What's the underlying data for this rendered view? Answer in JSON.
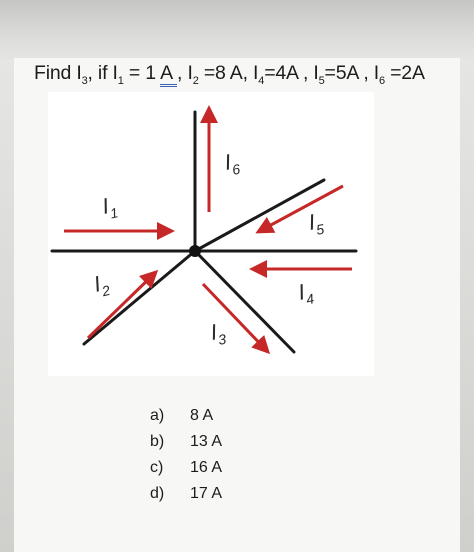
{
  "question": {
    "prefix": "Find I",
    "sub3": "3",
    "mid1": ", if I",
    "sub1": "1",
    "eq1": " = 1 ",
    "underlined": "A ",
    "mid2": ", I",
    "sub2": "2",
    "eq2": " =8 A, I",
    "sub4": "4",
    "eq4": "=4A , I",
    "sub5": "5",
    "eq5": "=5A , I",
    "sub6": "6",
    "eq6": " =2A"
  },
  "labels": {
    "i1": {
      "base": "I",
      "sub": "1"
    },
    "i2": {
      "base": "I",
      "sub": "2"
    },
    "i3": {
      "base": "I",
      "sub": "3"
    },
    "i4": {
      "base": "I",
      "sub": "4"
    },
    "i5": {
      "base": "I",
      "sub": "5"
    },
    "i6": {
      "base": "I",
      "sub": "6"
    }
  },
  "choices": [
    {
      "letter": "a)",
      "text": "8 A"
    },
    {
      "letter": "b)",
      "text": "13 A"
    },
    {
      "letter": "c)",
      "text": "16 A"
    },
    {
      "letter": "d)",
      "text": "17 A"
    }
  ],
  "colors": {
    "wire": "#1a1a1a",
    "arrow": "#c62828",
    "node": "#111111"
  }
}
